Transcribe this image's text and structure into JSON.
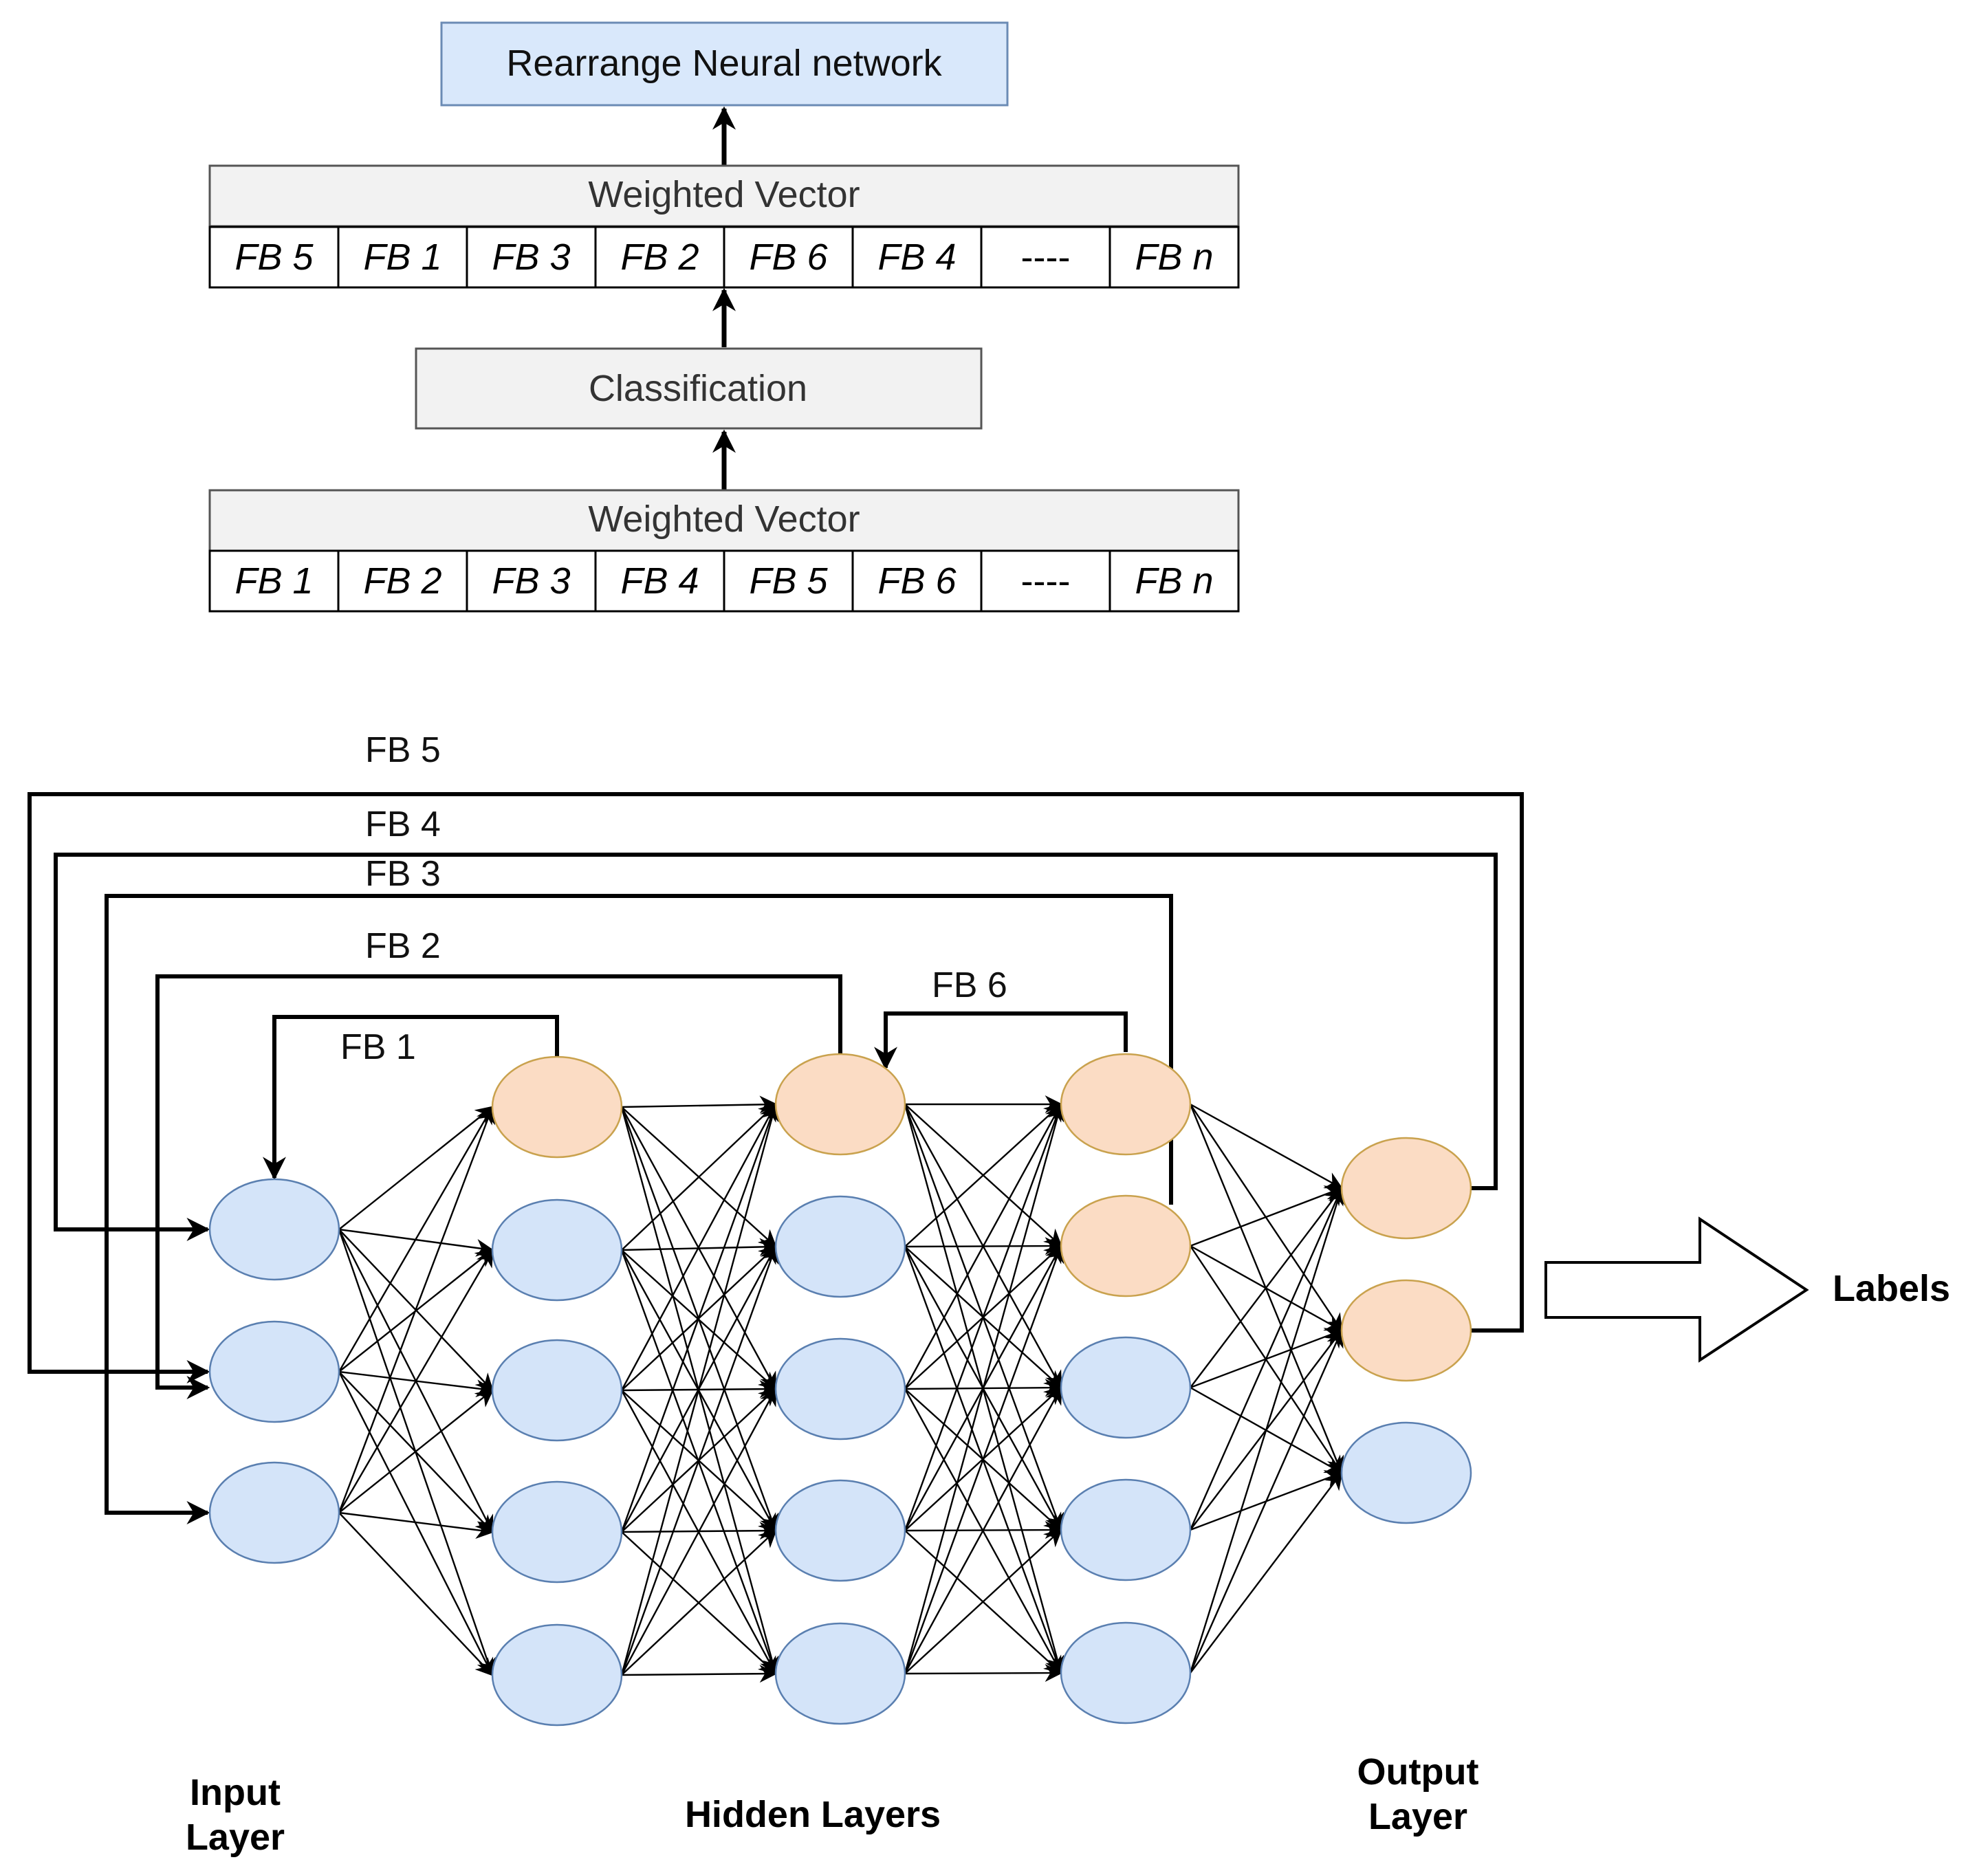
{
  "top_box": {
    "label": "Rearrange Neural network"
  },
  "upper_vector": {
    "title": "Weighted Vector",
    "cells": [
      "FB 5",
      "FB 1",
      "FB 3",
      "FB 2",
      "FB 6",
      "FB 4",
      "----",
      "FB n"
    ]
  },
  "classification": {
    "label": "Classification"
  },
  "lower_vector": {
    "title": "Weighted Vector",
    "cells": [
      "FB 1",
      "FB 2",
      "FB 3",
      "FB 4",
      "FB 5",
      "FB 6",
      "----",
      "FB n"
    ]
  },
  "feedback_labels": [
    "FB 5",
    "FB 4",
    "FB 3",
    "FB 2",
    "FB 1",
    "FB 6"
  ],
  "network": {
    "layers": [
      {
        "nodes": 3,
        "highlighted": []
      },
      {
        "nodes": 5,
        "highlighted": [
          0
        ]
      },
      {
        "nodes": 5,
        "highlighted": [
          0
        ]
      },
      {
        "nodes": 5,
        "highlighted": [
          0,
          1
        ]
      },
      {
        "nodes": 3,
        "highlighted": [
          0,
          1
        ]
      }
    ],
    "colors": {
      "node_fill": "#d4e4f9",
      "node_stroke": "#5a7fb0",
      "highlight_fill": "#fbdcc4",
      "highlight_stroke": "#c9a24e",
      "vector_title_fill": "#f2f2f2",
      "top_box_fill": "#d9e8fb"
    }
  },
  "layer_labels": {
    "input": [
      "Input",
      "Layer"
    ],
    "hidden": "Hidden Layers",
    "output": [
      "Output",
      "Layer"
    ]
  },
  "output_label": "Labels"
}
